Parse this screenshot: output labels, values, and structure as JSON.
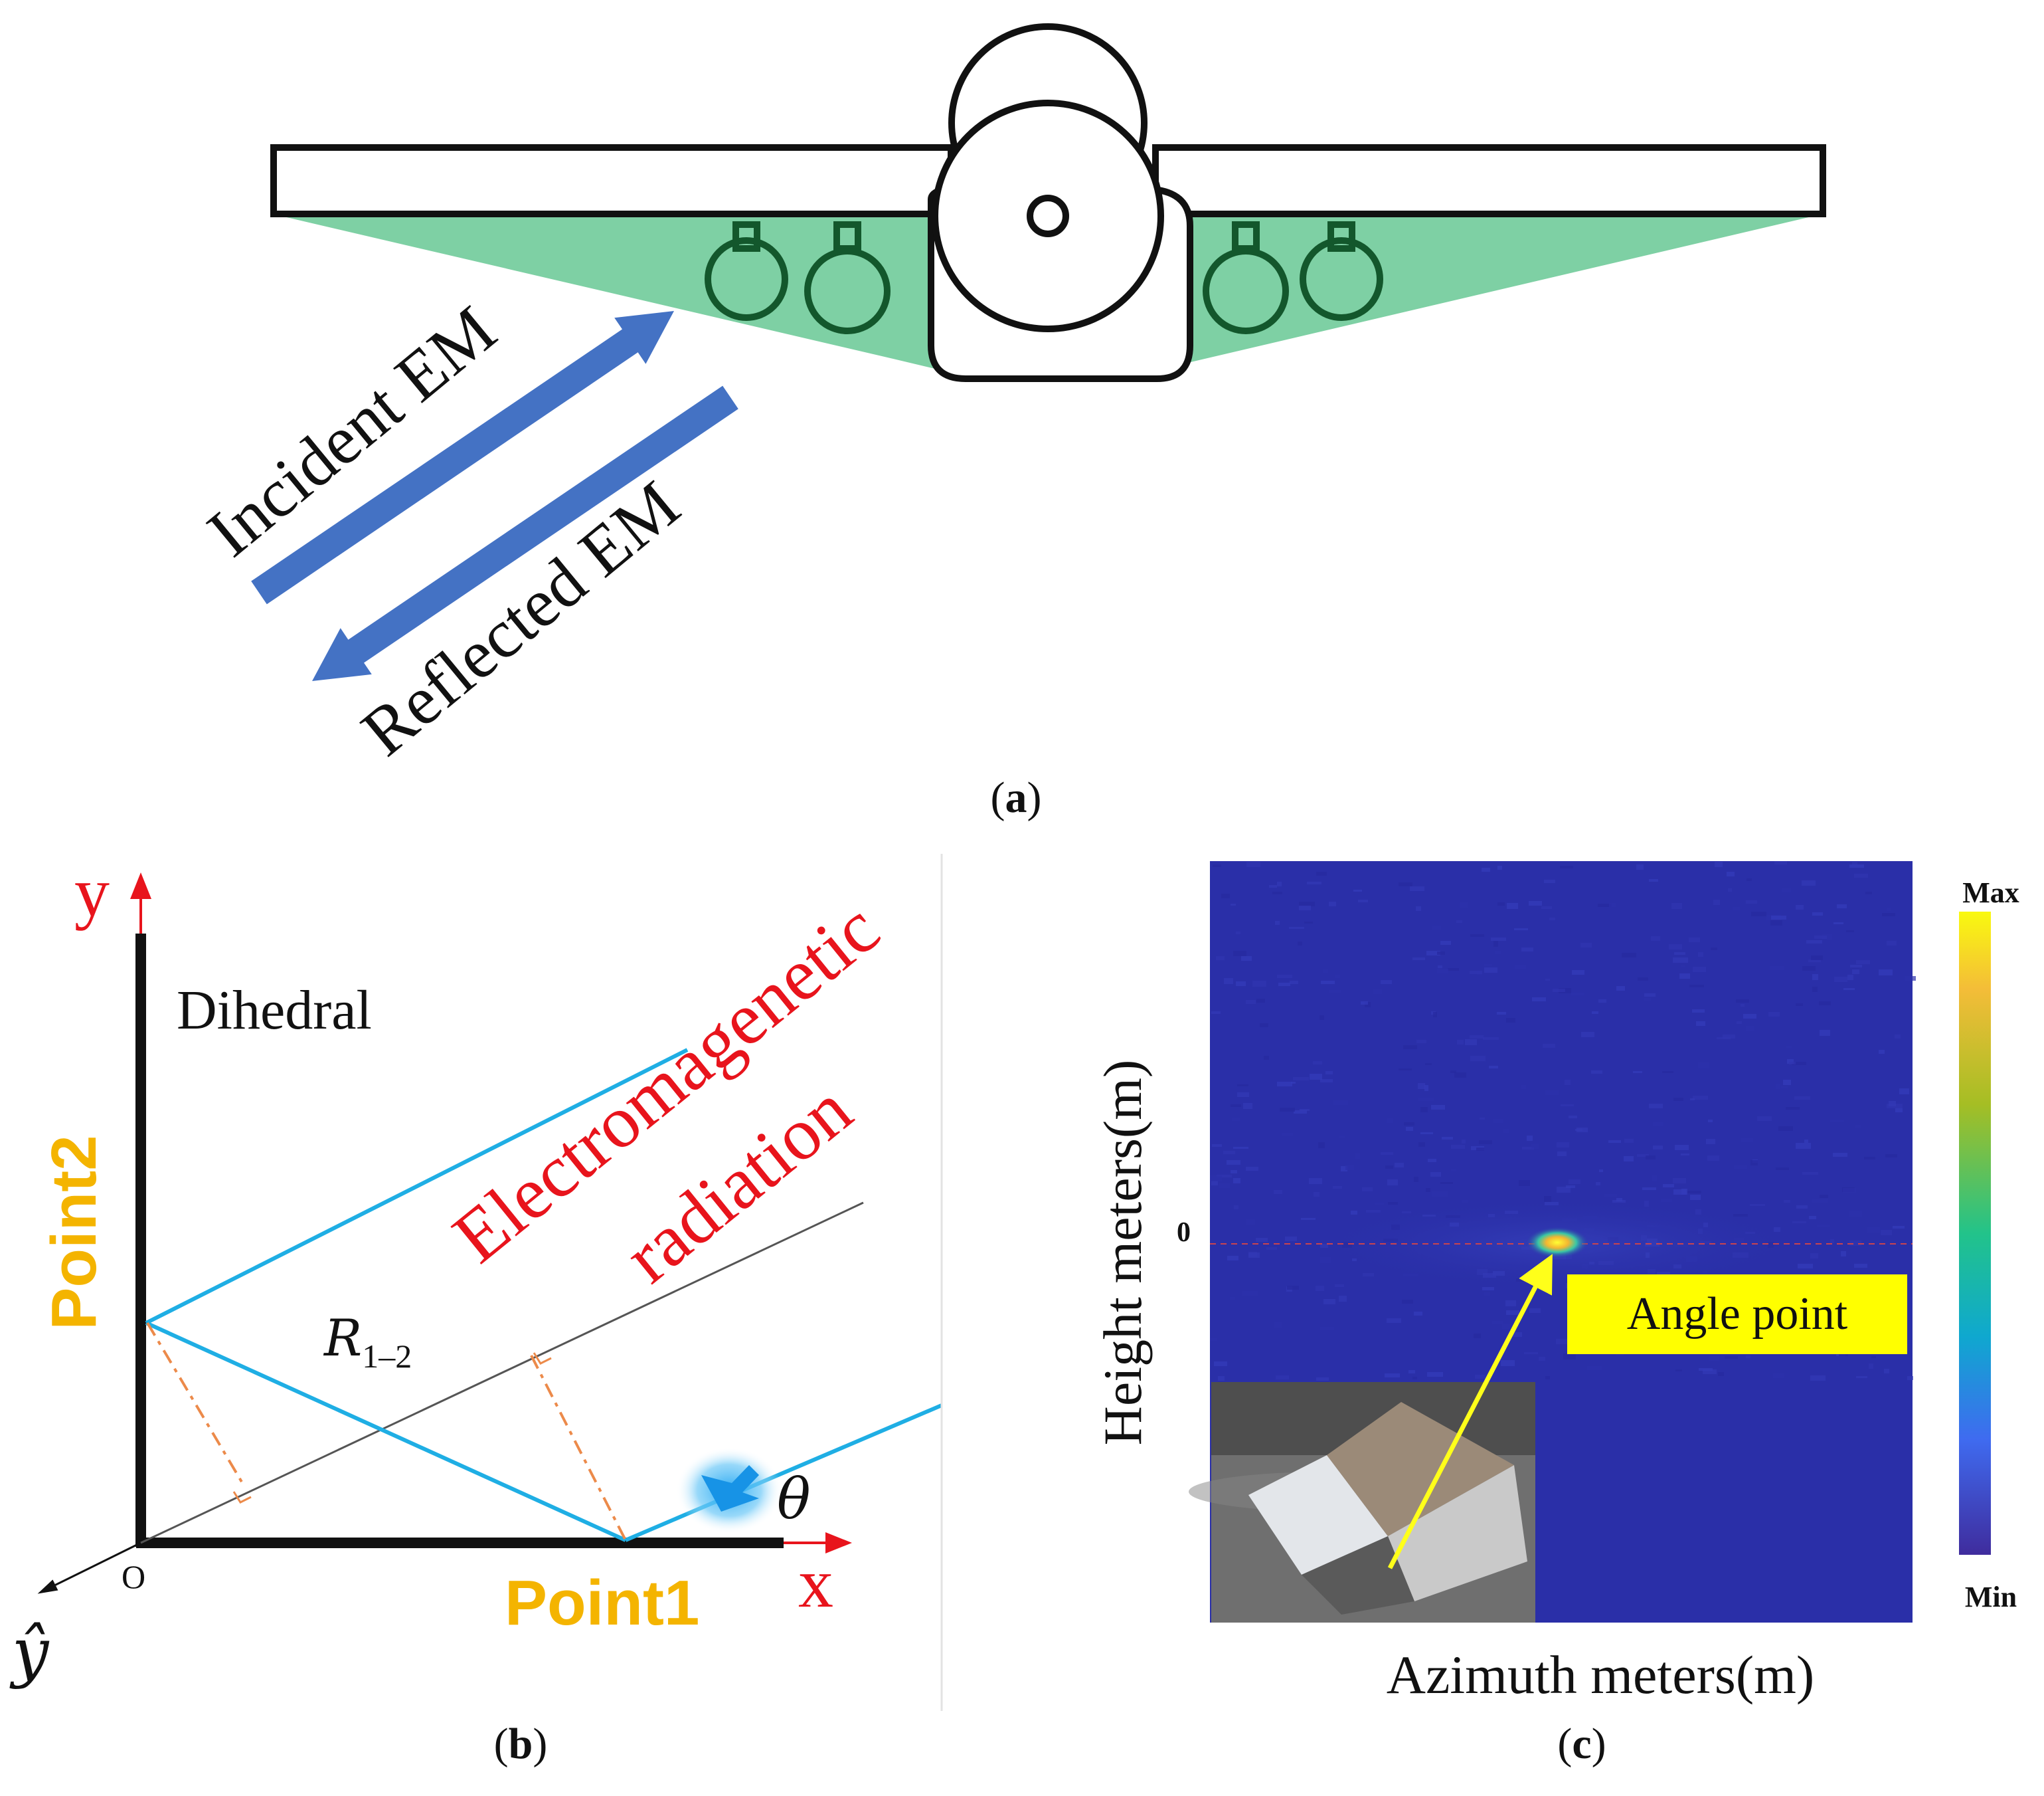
{
  "panel_a": {
    "caption": "a",
    "incident_label": "Incident EM",
    "reflected_label": "Reflected EM",
    "colors": {
      "wing_fill": "#7ed0a4",
      "store_stroke": "#13572c",
      "arrow": "#4472c4",
      "outline": "#111111"
    }
  },
  "panel_b": {
    "caption": "b",
    "axis_y": "y",
    "axis_x": "x",
    "origin": "O",
    "axis_depth": "ŷ",
    "dihedral": "Dihedral",
    "point1": "Point1",
    "point2": "Point2",
    "radiation_line1": "Electromagenetic",
    "radiation_line2": "radiation",
    "range_main": "R",
    "range_sub": "1–2",
    "angle": "θ",
    "colors": {
      "red": "#e8141c",
      "orange": "#f4b400",
      "ray": "#1faee4",
      "dashed": "#ec8a4a"
    }
  },
  "panel_c": {
    "caption": "c",
    "ylabel": "Height meters(m)",
    "xlabel": "Azimuth meters(m)",
    "zero_tick": "0",
    "colorbar_max": "Max",
    "colorbar_min": "Min",
    "annotation": "Angle point",
    "colors": {
      "background": "#2a2fa8",
      "annotation_bg": "#ffff00",
      "arrow": "#ffff1a"
    }
  }
}
